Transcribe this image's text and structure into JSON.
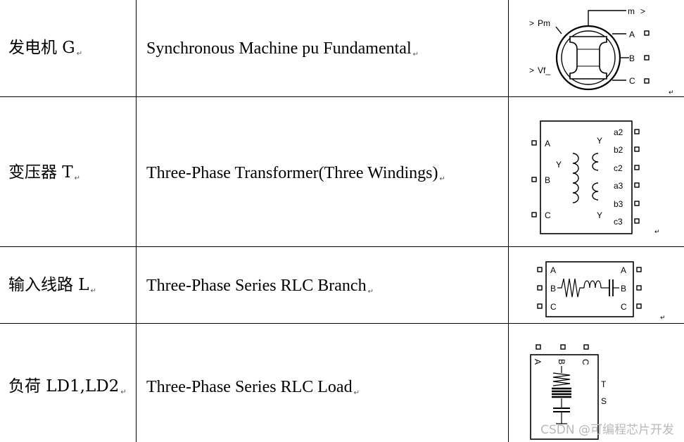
{
  "rows": [
    {
      "name_cn": "发电机 G",
      "block": "Synchronous Machine pu Fundamental",
      "icon": "synchronous-machine-block",
      "ports": {
        "pm": "Pm",
        "vf": "Vf_",
        "m": "m",
        "a": "A",
        "b": "B",
        "c": "C"
      }
    },
    {
      "name_cn": "变压器 T",
      "block": "Three-Phase Transformer(Three Windings)",
      "icon": "three-winding-transformer-block",
      "ports": {
        "a": "A",
        "b": "B",
        "c": "C",
        "y1": "Y",
        "y2": "Y",
        "y3": "Y",
        "a2": "a2",
        "b2": "b2",
        "c2": "c2",
        "a3": "a3",
        "b3": "b3",
        "c3": "c3"
      }
    },
    {
      "name_cn": "输入线路 L",
      "block": "Three-Phase Series RLC Branch",
      "icon": "series-rlc-branch-block",
      "ports": {
        "a_in": "A",
        "b_in": "B",
        "c_in": "C",
        "a_out": "A",
        "b_out": "B",
        "c_out": "C"
      }
    },
    {
      "name_cn": "负荷 LD1,LD2",
      "block": "Three-Phase Series RLC Load",
      "icon": "series-rlc-load-block",
      "ports": {
        "a": "A",
        "b": "B",
        "c": "C",
        "t": "T",
        "s": "S"
      }
    }
  ],
  "watermark": "CSDN @可编程芯片开发"
}
